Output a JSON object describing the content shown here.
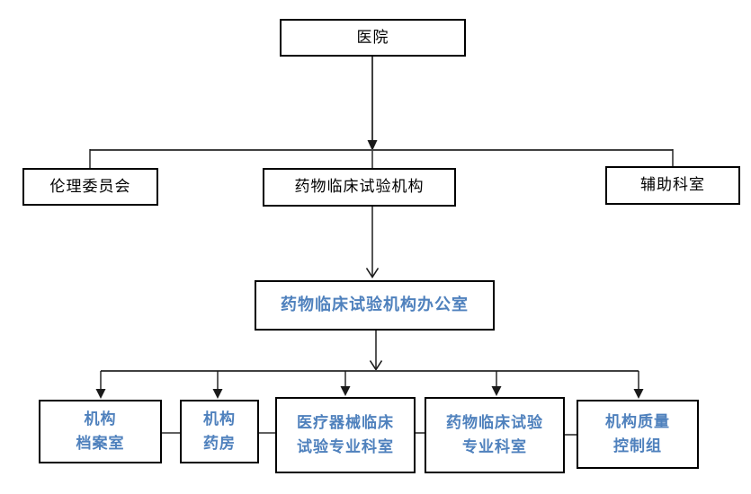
{
  "diagram": {
    "type": "org-chart",
    "colors": {
      "background": "#ffffff",
      "box_border": "#000000",
      "connector_line": "#404040",
      "default_text": "#000000",
      "accent_text": "#4f81bd"
    },
    "nodes": {
      "hospital": {
        "label": "医院"
      },
      "ethics": {
        "label": "伦理委员会"
      },
      "institution": {
        "label": "药物临床试验机构"
      },
      "auxiliary": {
        "label": "辅助科室"
      },
      "office": {
        "label": "药物临床试验机构办公室"
      },
      "archive": {
        "line1": "机构",
        "line2": "档案室"
      },
      "pharmacy": {
        "line1": "机构",
        "line2": "药房"
      },
      "device": {
        "line1": "医疗器械临床",
        "line2": "试验专业科室"
      },
      "drug": {
        "line1": "药物临床试验",
        "line2": "专业科室"
      },
      "qc": {
        "line1": "机构质量",
        "line2": "控制组"
      }
    },
    "edges": [
      {
        "from": "hospital",
        "to": [
          "ethics",
          "institution",
          "auxiliary"
        ],
        "arrow": "filled-at-branch"
      },
      {
        "from": "institution",
        "to": [
          "office"
        ],
        "arrow": "open-v"
      },
      {
        "from": "office",
        "to": [
          "archive",
          "pharmacy",
          "device",
          "drug",
          "qc"
        ],
        "arrow": "filled-at-each-child"
      },
      {
        "peers": [
          "archive",
          "pharmacy",
          "device",
          "drug",
          "qc"
        ],
        "style": "horizontal-links"
      }
    ]
  }
}
